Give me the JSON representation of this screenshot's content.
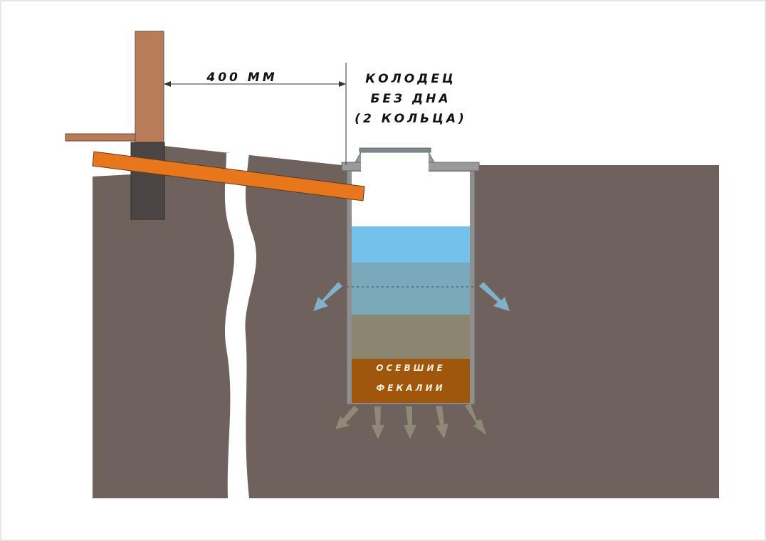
{
  "dimension_label": "400 ММ",
  "well_label": [
    "КОЛОДЕЦ",
    "БЕЗ ДНА",
    "(2 КОЛЬЦА)"
  ],
  "sediment_label": [
    "ОСЕВШИЕ",
    "ФЕКАЛИИ"
  ],
  "colors": {
    "ground": "#6f625c",
    "post": "#b97c5a",
    "foundation": "#4b4545",
    "pipe": "#e8761a",
    "ring": "#8f8f8f",
    "water_clear": "#74c2ec",
    "water_mixed": "#7aa9bb",
    "sludge": "#8a8670",
    "sediment": "#a0560b",
    "seep_arrow_blue": "#7fb2c8",
    "seep_arrow_gray": "#8f8a78"
  }
}
